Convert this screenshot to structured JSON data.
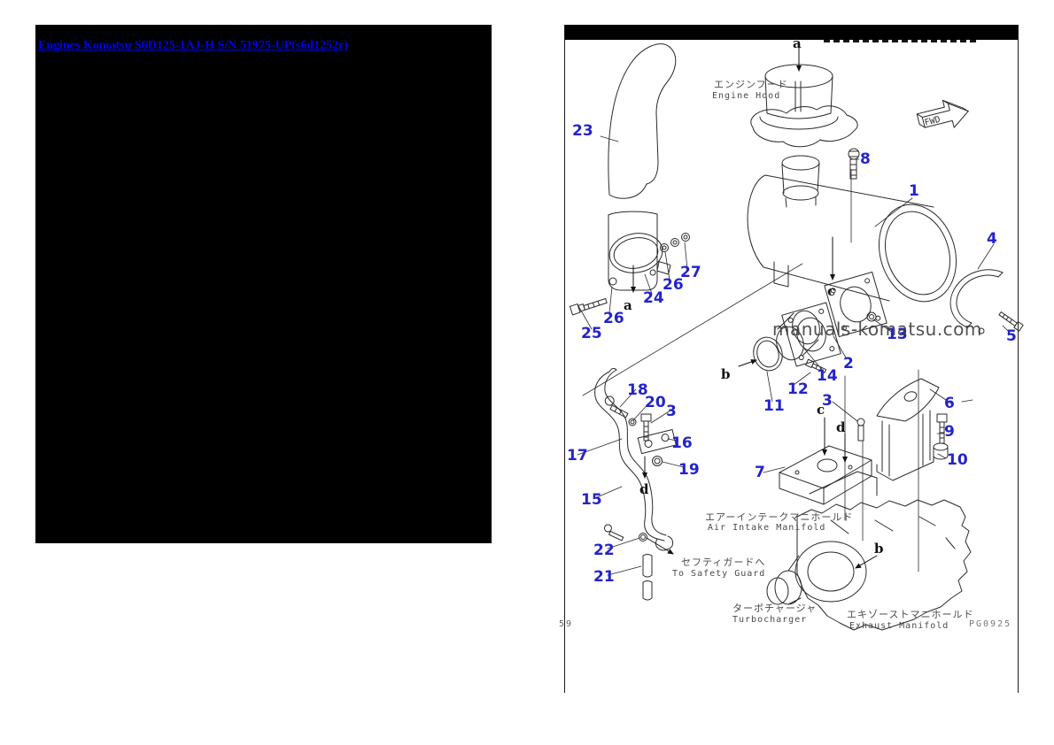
{
  "left_panel": {
    "link_text": "Engines Komatsu S6D125-1AJ-H S/N 51975-UP(s6d1252r)"
  },
  "diagram": {
    "watermark": "manuals-komatsu.com",
    "fwd_label": "FWD",
    "page_code": "PG0925",
    "page_number": "59",
    "captions": {
      "engine_hood_jp": "エンジンフード",
      "engine_hood_en": "Engine Hood",
      "air_intake_jp": "エアーインテークマニホールド",
      "air_intake_en": "Air Intake Manifold",
      "safety_guard_jp": "セフティガードへ",
      "safety_guard_en": "To Safety Guard",
      "turbocharger_jp": "ターボチャージャ",
      "turbocharger_en": "Turbocharger",
      "exhaust_manifold_jp": "エキゾーストマニホールド",
      "exhaust_manifold_en": "Exhaust Manifold"
    },
    "callouts": [
      {
        "text": "23"
      },
      {
        "text": "8"
      },
      {
        "text": "1"
      },
      {
        "text": "4"
      },
      {
        "text": "5"
      },
      {
        "text": "13"
      },
      {
        "text": "27"
      },
      {
        "text": "26"
      },
      {
        "text": "24"
      },
      {
        "text": "26"
      },
      {
        "text": "25"
      },
      {
        "text": "2"
      },
      {
        "text": "14"
      },
      {
        "text": "12"
      },
      {
        "text": "11"
      },
      {
        "text": "18"
      },
      {
        "text": "20"
      },
      {
        "text": "3"
      },
      {
        "text": "16"
      },
      {
        "text": "17"
      },
      {
        "text": "19"
      },
      {
        "text": "15"
      },
      {
        "text": "22"
      },
      {
        "text": "21"
      },
      {
        "text": "3"
      },
      {
        "text": "7"
      },
      {
        "text": "6"
      },
      {
        "text": "9"
      },
      {
        "text": "10"
      }
    ],
    "ref_letters": [
      {
        "text": "a"
      },
      {
        "text": "a"
      },
      {
        "text": "b"
      },
      {
        "text": "b"
      },
      {
        "text": "c"
      },
      {
        "text": "c"
      },
      {
        "text": "d"
      },
      {
        "text": "d"
      }
    ]
  },
  "colors": {
    "callout": "#2323cc",
    "link": "#0000ee",
    "line": "#2a2a2a",
    "caption": "#4a4a4a",
    "watermark": "#3a3a3a",
    "bar": "#000000",
    "leftbg": "#000000"
  }
}
